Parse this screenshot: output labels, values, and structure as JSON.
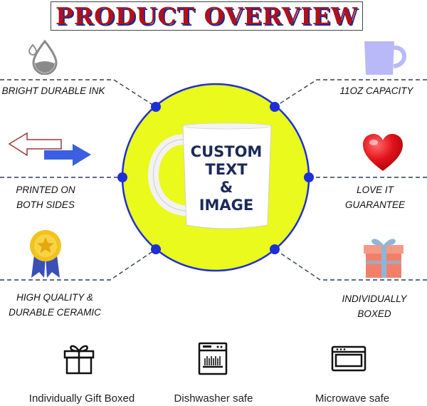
{
  "title": "PRODUCT OVERVIEW",
  "features": {
    "ink": "BRIGHT DURABLE INK",
    "capacity": "11OZ CAPACITY",
    "sides_line1": "PRINTED ON",
    "sides_line2": "BOTH SIDES",
    "love_line1": "LOVE IT",
    "love_line2": "GUARANTEE",
    "quality_line1": "HIGH QUALITY &",
    "quality_line2": "DURABLE CERAMIC",
    "boxed_line1": "INDIVIDUALLY",
    "boxed_line2": "BOXED"
  },
  "mug": {
    "line1": "CUSTOM",
    "line2": "TEXT",
    "line3": "&",
    "line4": "IMAGE"
  },
  "bottom": {
    "gift": "Individually Gift Boxed",
    "dishwasher": "Dishwasher safe",
    "microwave": "Microwave safe"
  },
  "icons": {
    "ink": "water-drop-icon",
    "capacity": "mug-icon",
    "sides": "double-arrow-icon",
    "love": "heart-icon",
    "quality": "medal-icon",
    "boxed": "gift-box-icon",
    "gift": "gift-outline-icon",
    "dishwasher": "dishwasher-icon",
    "microwave": "microwave-icon"
  },
  "colors": {
    "circle_fill": "#e9fa1c",
    "circle_ring": "#1e2fd6",
    "title_red": "#b0101e",
    "title_shadow": "#1c2b8a",
    "mug_text": "#1c2a5a",
    "dash_line": "#2c3e50"
  }
}
